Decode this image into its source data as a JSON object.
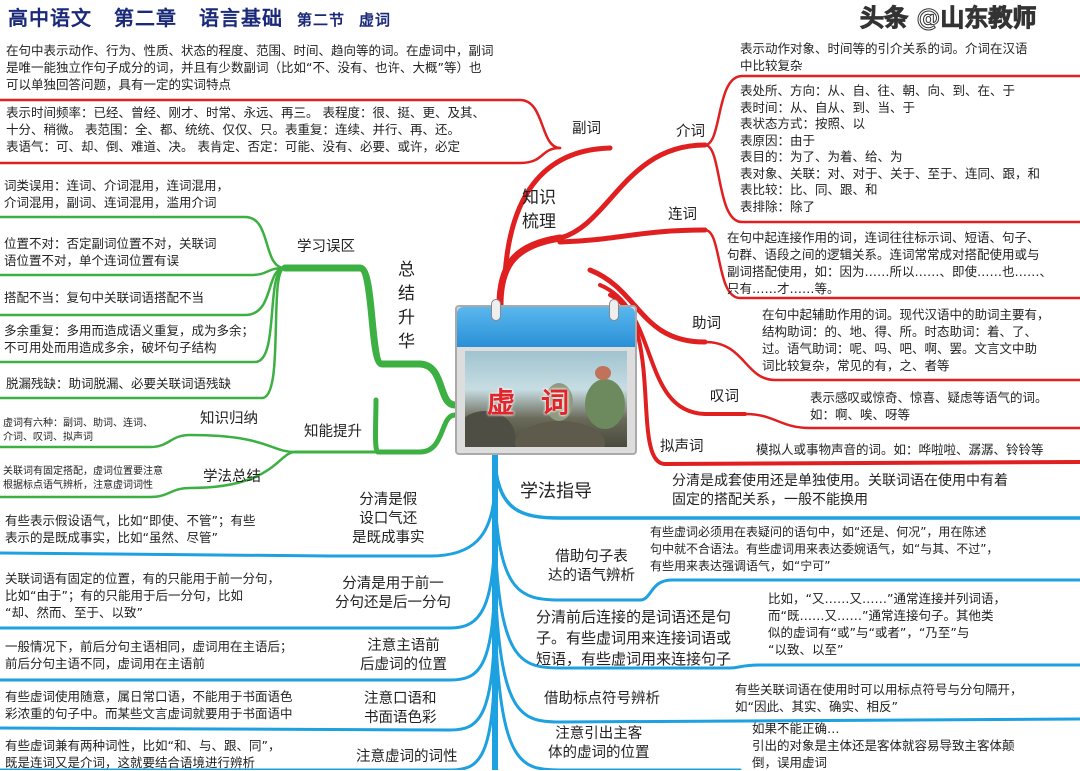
{
  "title": {
    "subject": "高中语文",
    "chapter": "第二章",
    "topic": "语言基础",
    "section": "第二节",
    "name": "虚词"
  },
  "center": {
    "label": "虚词",
    "icon": "calendar-icon"
  },
  "colors": {
    "red": "#e02020",
    "green": "#3cb043",
    "blue": "#1da1e0",
    "title": "#1b2a78"
  },
  "knowledge": {
    "label": "知识\n梳理",
    "adverb": {
      "label": "副词",
      "definition": "在句中表示动作、行为、性质、状态的程度、范围、时间、趋向等的词。在虚词中，副词\n是唯一能独立作句子成分的词，并且有少数副词（比如“不、没有、也许、大概”等）也\n可以单独回答问题，具有一定的实词特点",
      "detail": "表示时间频率：已经、曾经、刚才、时常、永远、再三。    表程度：很、挺、更、及其、\n十分、稍微。  表范围：全、都、统统、仅仅、只。表重复：连续、并行、再、还。\n表语气：可、却、倒、难道、决。    表肯定、否定：可能、没有、必要、或许，必定"
    },
    "preposition": {
      "label": "介词",
      "definition": "表示动作对象、时间等的引介关系的词。介词在汉语\n中比较复杂",
      "detail": "表处所、方向：从、自、往、朝、向、到、在、于\n表时间：从、自从、到、当、于\n表状态方式：按照、以\n表原因：由于\n表目的：为了、为着、给、为\n表对象、关联：对、对于、关于、至于、连同、跟，和\n表比较：比、同、跟、和\n表排除：除了"
    },
    "conjunction": {
      "label": "连词",
      "definition": "在句中起连接作用的词，连词往往标示词、短语、句子、\n句群、语段之间的逻辑关系。连词常常成对搭配使用或与\n副词搭配使用，如：因为……所以……、即使……也……、\n只有……才……等。"
    },
    "auxiliary": {
      "label": "助词",
      "definition": "在句中起辅助作用的词。现代汉语中的助词主要有，\n结构助词：的、地、得、所。时态助词：着、了、\n过。语气助词：呢、吗、吧、啊、罢。文言文中助\n词比较复杂，常见的有，之、者等"
    },
    "interjection": {
      "label": "叹词",
      "definition": "表示感叹或惊奇、惊喜、疑虑等语气的词。\n如：啊、唉、呀等"
    },
    "onomatopoeia": {
      "label": "拟声词",
      "definition": "模拟人或事物声音的词。如：哗啦啦、潺潺、铃铃等"
    }
  },
  "summary": {
    "label": "总\n结\n升\n华",
    "mistakes": {
      "label": "学习误区",
      "items": [
        "词类误用：连词、介词混用，连词混用，\n介词混用，副词、连词混用，滥用介词",
        "位置不对：否定副词位置不对，关联词\n语位置不对，单个连词位置有误",
        "搭配不当：复句中关联词语搭配不当",
        "多余重复：多用而造成语义重复，成为多余；\n不可用处而用造成多余，破坏句子结构",
        "脱漏残缺：助词脱漏、必要关联词语残缺"
      ]
    },
    "ability": {
      "label": "知能提升",
      "induction": {
        "label": "知识归纳",
        "text": "虚词有六种：副词、助词、连词、\n介词、叹词、拟声词"
      },
      "method": {
        "label": "学法总结",
        "text": "关联词有固定搭配，虚词位置要注意\n根据标点语气辨析，注意虚词词性"
      }
    }
  },
  "guidance": {
    "label": "学法指导",
    "left": [
      {
        "label": "分清是假\n设口气还\n是既成事实",
        "text": "有些表示假设语气，比如“即使、不管”；有些\n表示的是既成事实，比如“虽然、尽管”"
      },
      {
        "label": "分清是用于前一\n分句还是后一分句",
        "text": "关联词语有固定的位置，有的只能用于前一分句，\n比如“由于”；有的只能用于后一分句，比如\n “却、然而、至于、以致”"
      },
      {
        "label": "注意主语前\n后虚词的位置",
        "text": "一般情况下，前后分句主语相同，虚词用在主语后；\n前后分句主语不同，虚词用在主语前"
      },
      {
        "label": "注意口语和\n书面语色彩",
        "text": "有些虚词使用随意，属日常口语，不能用于书面语色\n彩浓重的句子中。而某些文言虚词就要用于书面语中"
      },
      {
        "label": "注意虚词的词性",
        "text": "有些虚词兼有两种词性，比如“和、与、跟、同”，\n既是连词又是介词，这就要结合语境进行辨析"
      }
    ],
    "right": [
      {
        "label": "",
        "text": "分清是成套使用还是单独使用。关联词语在使用中有着\n固定的搭配关系，一般不能换用"
      },
      {
        "label": "借助句子表\n达的语气辨析",
        "text": "有些虚词必须用在表疑问的语句中，如“还是、何况”，用在陈述\n句中就不合语法。有些虚词用来表达委婉语气，如“与其、不过”，\n有些用来表达强调语气，如“宁可”"
      },
      {
        "label": "分清前后连接的是词语还是句\n子。有些虚词用来连接词语或\n短语，有些虚词用来连接句子",
        "text": "比如，“又……又……”通常连接并列词语，\n而“既……又……”通常连接句子。其他类\n似的虚词有“或”与“或者”，“乃至”与\n“以致、以至”"
      },
      {
        "label": "借助标点符号辨析",
        "text": "有些关联词语在使用时可以用标点符号与分句隔开，\n如“因此、其实、确实、相反”"
      },
      {
        "label": "注意引出主客\n体的虚词的位置",
        "text": "如果不能正确…\n引出的对象是主体还是客体就容易导致主客体颠\n倒，误用虚词"
      }
    ]
  },
  "watermark": "头条 @山东教师"
}
